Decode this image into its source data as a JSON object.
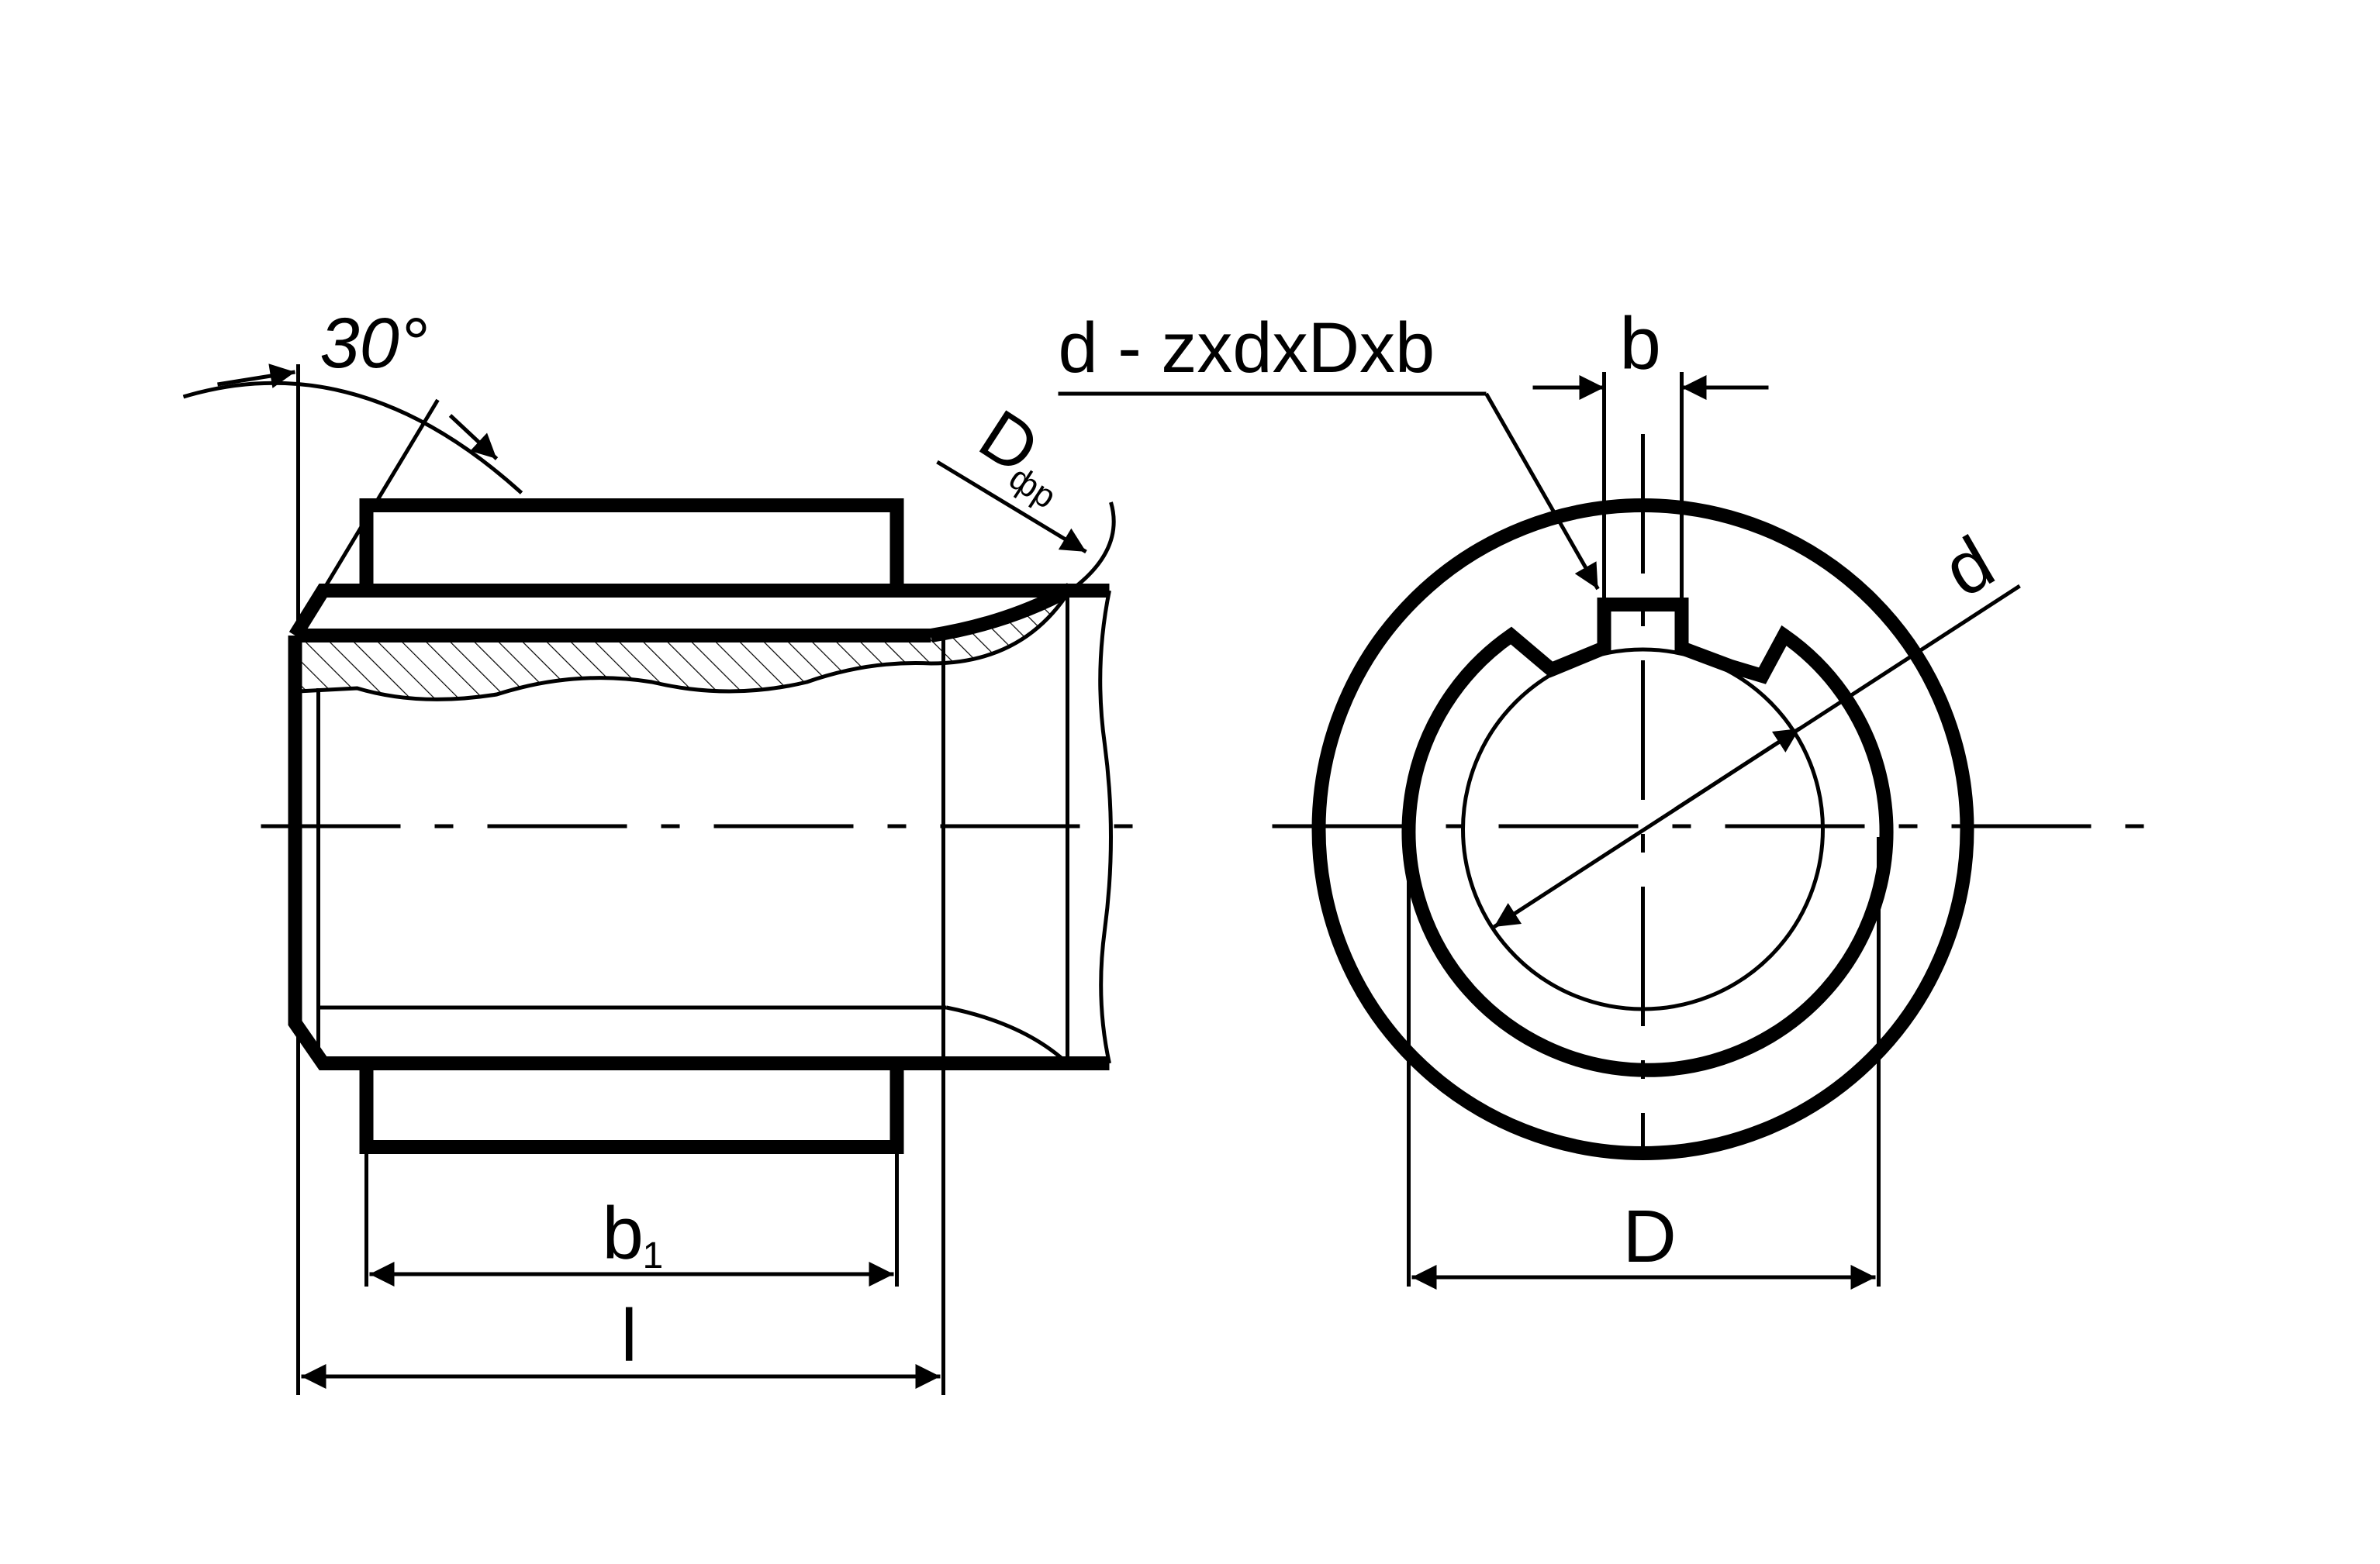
{
  "labels": {
    "angle": "30°",
    "diameter_outer": "D",
    "diameter_outer_sub": "фр",
    "designation": "d -  zxdxDxb",
    "key_width": "b",
    "diameter_inner": "d",
    "length_hub": "b",
    "length_hub_sub": "1",
    "length_total": "l",
    "section_diameter": "D"
  },
  "colors": {
    "line": "#000000",
    "background": "#ffffff"
  }
}
